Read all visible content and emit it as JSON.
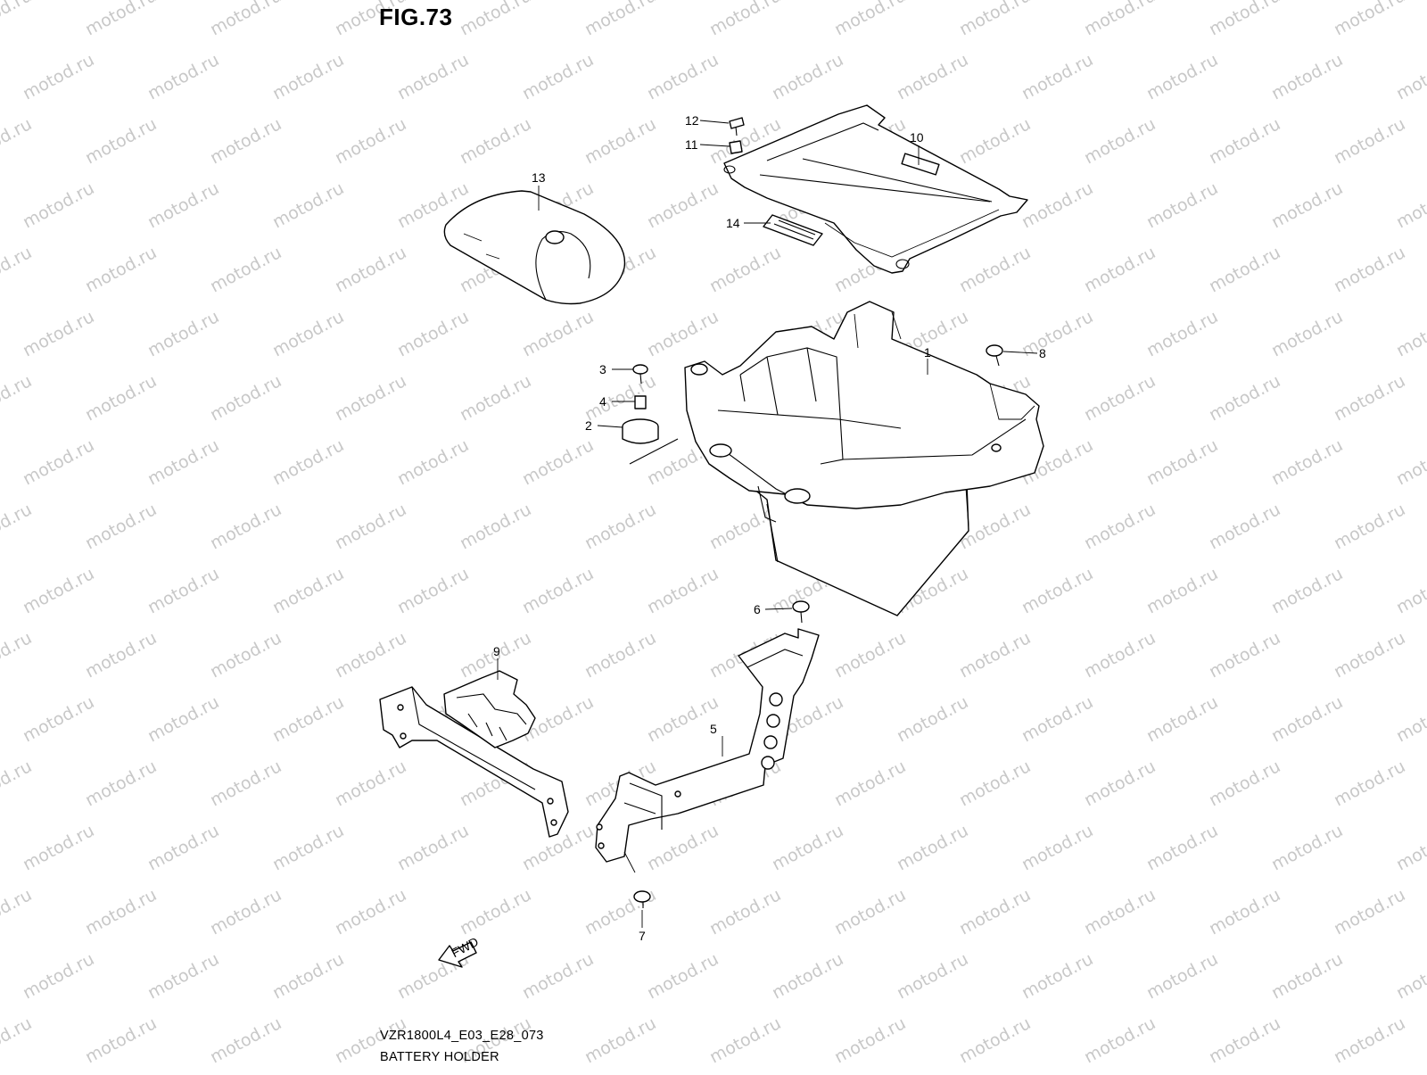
{
  "figure": {
    "title": "FIG.73",
    "code": "VZR1800L4_E03_E28_073",
    "name": "BATTERY HOLDER"
  },
  "watermark": {
    "text": "motod.ru",
    "color": "#c8c8c8"
  },
  "fwd_label": "FWD",
  "callouts": [
    {
      "id": "1",
      "text": "1"
    },
    {
      "id": "2",
      "text": "2"
    },
    {
      "id": "3",
      "text": "3"
    },
    {
      "id": "4",
      "text": "4"
    },
    {
      "id": "5",
      "text": "5"
    },
    {
      "id": "6",
      "text": "6"
    },
    {
      "id": "7",
      "text": "7"
    },
    {
      "id": "8",
      "text": "8"
    },
    {
      "id": "9",
      "text": "9"
    },
    {
      "id": "10",
      "text": "10"
    },
    {
      "id": "11",
      "text": "11"
    },
    {
      "id": "12",
      "text": "12"
    },
    {
      "id": "13",
      "text": "13"
    },
    {
      "id": "14",
      "text": "14"
    }
  ]
}
